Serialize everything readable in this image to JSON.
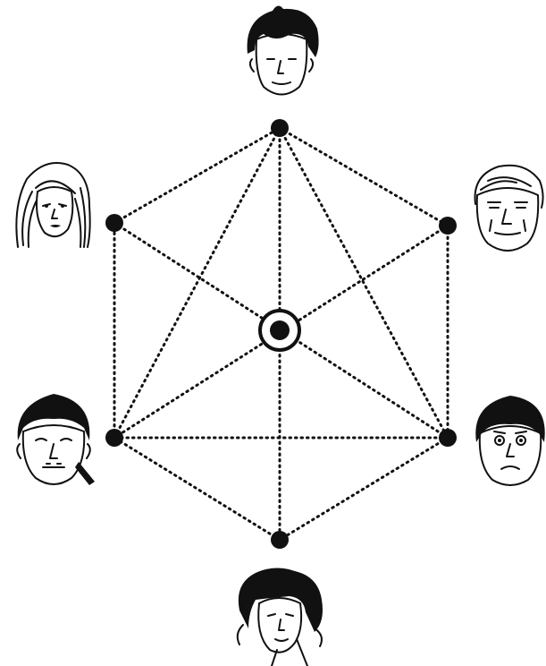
{
  "diagram": {
    "type": "hexagon-network",
    "node_color": "#111111",
    "line_style": "dotted",
    "nodes": [
      "top",
      "upper-right",
      "lower-right",
      "bottom",
      "lower-left",
      "upper-left"
    ],
    "center": "target",
    "edges": [
      [
        "top",
        "upper-right"
      ],
      [
        "upper-right",
        "lower-right"
      ],
      [
        "lower-right",
        "bottom"
      ],
      [
        "bottom",
        "lower-left"
      ],
      [
        "lower-left",
        "upper-left"
      ],
      [
        "upper-left",
        "top"
      ],
      [
        "top",
        "lower-right"
      ],
      [
        "lower-right",
        "lower-left"
      ],
      [
        "lower-left",
        "top"
      ],
      [
        "top",
        "bottom"
      ],
      [
        "upper-left",
        "lower-right"
      ],
      [
        "upper-right",
        "lower-left"
      ]
    ],
    "portraits": [
      {
        "node": "top",
        "icon": "young-man-portrait-icon"
      },
      {
        "node": "upper-right",
        "icon": "older-man-portrait-icon"
      },
      {
        "node": "lower-right",
        "icon": "frowning-man-portrait-icon"
      },
      {
        "node": "bottom",
        "icon": "curly-haired-woman-portrait-icon"
      },
      {
        "node": "lower-left",
        "icon": "man-with-cap-portrait-icon"
      },
      {
        "node": "upper-left",
        "icon": "long-haired-woman-portrait-icon"
      }
    ]
  }
}
